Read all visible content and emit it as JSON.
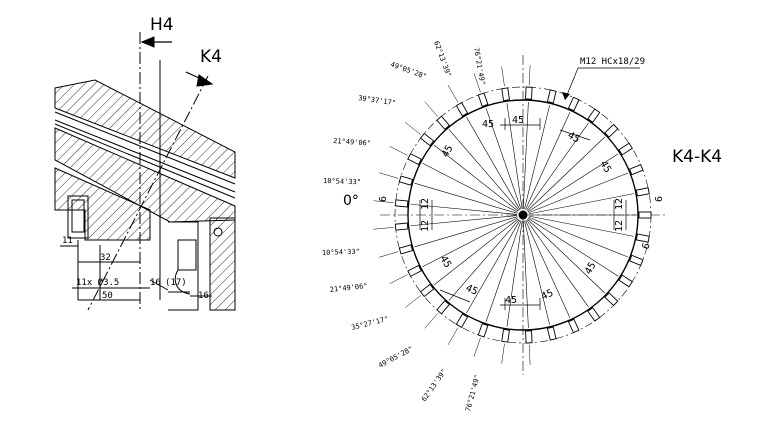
{
  "left_view": {
    "section_h_label": "H4",
    "section_k_label": "K4",
    "dims": {
      "d11": "11",
      "d32": "32",
      "holes": "11x Ø3.5",
      "d50": "50",
      "d16a": "16",
      "d17": "(17)",
      "d16b": "16"
    }
  },
  "right_view": {
    "section_title": "K4-K4",
    "thread_note": "M12  HCx18/29",
    "zero_label": "0°",
    "dim_45": "45",
    "dim_12": "12",
    "dim_6": "6",
    "angles": {
      "a1": "49°05'28\"",
      "a2": "39°37'17\"",
      "a3": "21°49'06\"",
      "a4": "10°54'33\"",
      "a5": "10°54'33\"",
      "a6": "21°49'06\"",
      "a7": "35°27'17\"",
      "a8": "49°05'28\"",
      "a9": "62°13'39\"",
      "a10": "76°21'49\"",
      "a11": "76°21'49\"",
      "a12": "62°13'39\""
    }
  }
}
